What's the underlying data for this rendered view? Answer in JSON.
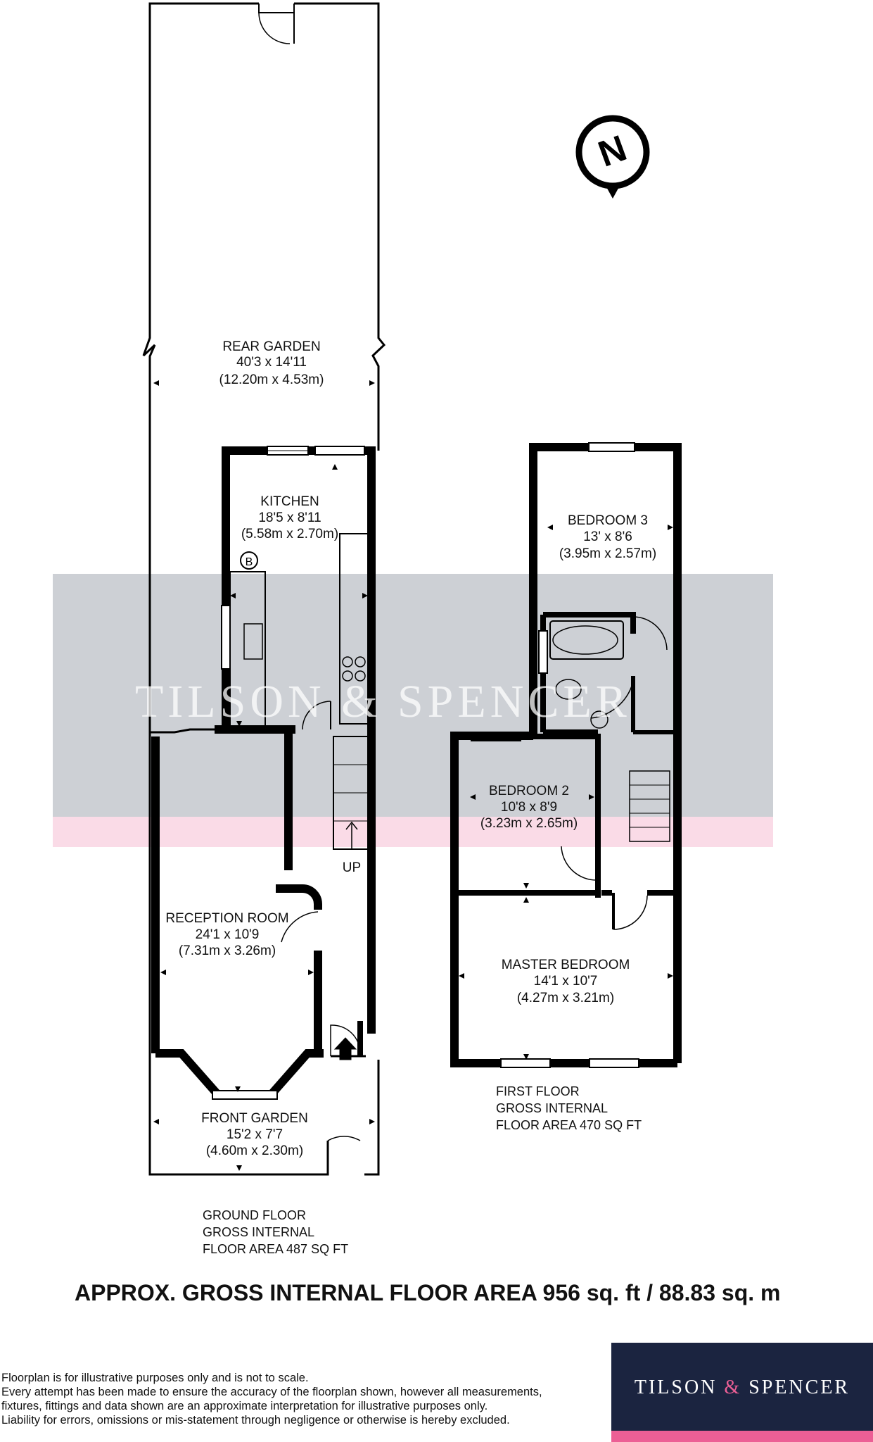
{
  "watermark": {
    "text": "TILSON & SPENCER"
  },
  "rooms": {
    "rear_garden": {
      "name": "REAR GARDEN",
      "imperial": "40'3 x 14'11",
      "metric": "(12.20m x 4.53m)"
    },
    "kitchen": {
      "name": "KITCHEN",
      "imperial": "18'5 x 8'11",
      "metric": "(5.58m x 2.70m)"
    },
    "reception": {
      "name": "RECEPTION ROOM",
      "imperial": "24'1 x 10'9",
      "metric": "(7.31m x 3.26m)"
    },
    "front_garden": {
      "name": "FRONT GARDEN",
      "imperial": "15'2 x 7'7",
      "metric": "(4.60m x 2.30m)"
    },
    "bedroom3": {
      "name": "BEDROOM 3",
      "imperial": "13' x 8'6",
      "metric": "(3.95m x 2.57m)"
    },
    "bedroom2": {
      "name": "BEDROOM 2",
      "imperial": "10'8 x 8'9",
      "metric": "(3.23m x 2.65m)"
    },
    "master": {
      "name": "MASTER BEDROOM",
      "imperial": "14'1 x 10'7",
      "metric": "(4.27m x 3.21m)"
    }
  },
  "markers": {
    "boiler": "B",
    "stairs_up": "UP",
    "compass": "N"
  },
  "ground_floor": {
    "line1": "GROUND FLOOR",
    "line2": "GROSS INTERNAL",
    "line3": "FLOOR AREA 487 SQ FT"
  },
  "first_floor": {
    "line1": "FIRST FLOOR",
    "line2": "GROSS INTERNAL",
    "line3": "FLOOR AREA 470 SQ FT"
  },
  "total_area": "APPROX. GROSS INTERNAL FLOOR AREA 956 sq. ft / 88.83 sq. m",
  "disclaimer": [
    "Floorplan is for illustrative purposes only and is not to scale.",
    "Every attempt has been made to ensure the accuracy of the floorplan shown, however all measurements,",
    "fixtures, fittings and data shown are an approximate interpretation for illustrative purposes only.",
    "Liability for errors, omissions or mis-statement through negligence or otherwise is hereby excluded."
  ],
  "logo": {
    "left": "TILSON",
    "amp": "&",
    "right": "SPENCER"
  },
  "colors": {
    "wall": "#000000",
    "band_grey": "#cdd0d5",
    "band_pink": "#fadbe7",
    "logo_bg": "#1b2440",
    "logo_accent": "#ec5f95"
  }
}
